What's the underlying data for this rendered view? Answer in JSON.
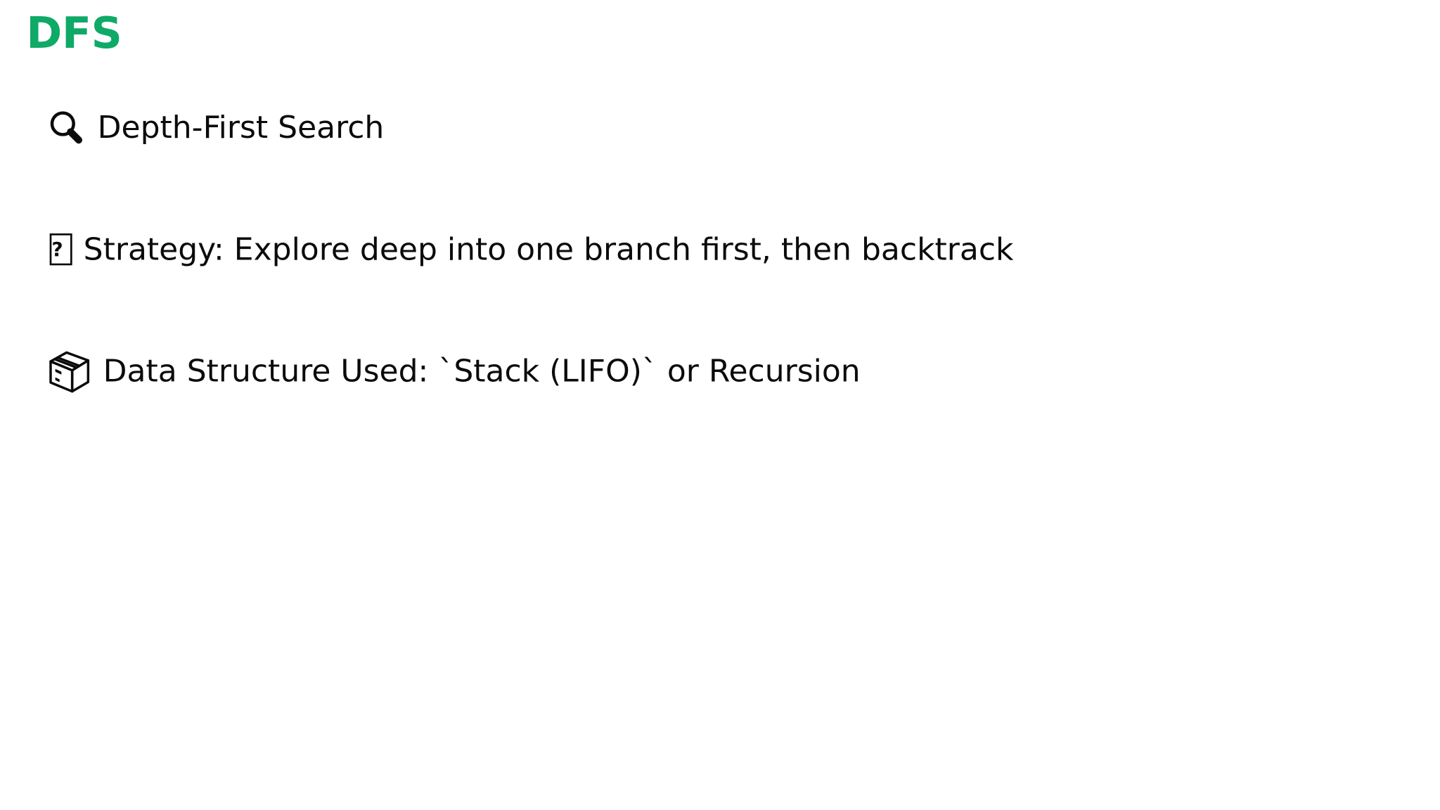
{
  "slide": {
    "title": "DFS",
    "title_color": "#0fa968",
    "background_color": "#ffffff",
    "text_color": "#0b0b0b",
    "lines": [
      {
        "icon": "magnifying-glass-icon",
        "icon_char": "🔍",
        "text": "Depth-First Search"
      },
      {
        "icon": "missing-glyph-box-icon",
        "icon_char": "?",
        "text": "Strategy: Explore deep into one branch first, then backtrack"
      },
      {
        "icon": "package-box-icon",
        "icon_char": "📦",
        "text": "Data Structure Used: `Stack (LIFO)` or Recursion"
      }
    ]
  }
}
